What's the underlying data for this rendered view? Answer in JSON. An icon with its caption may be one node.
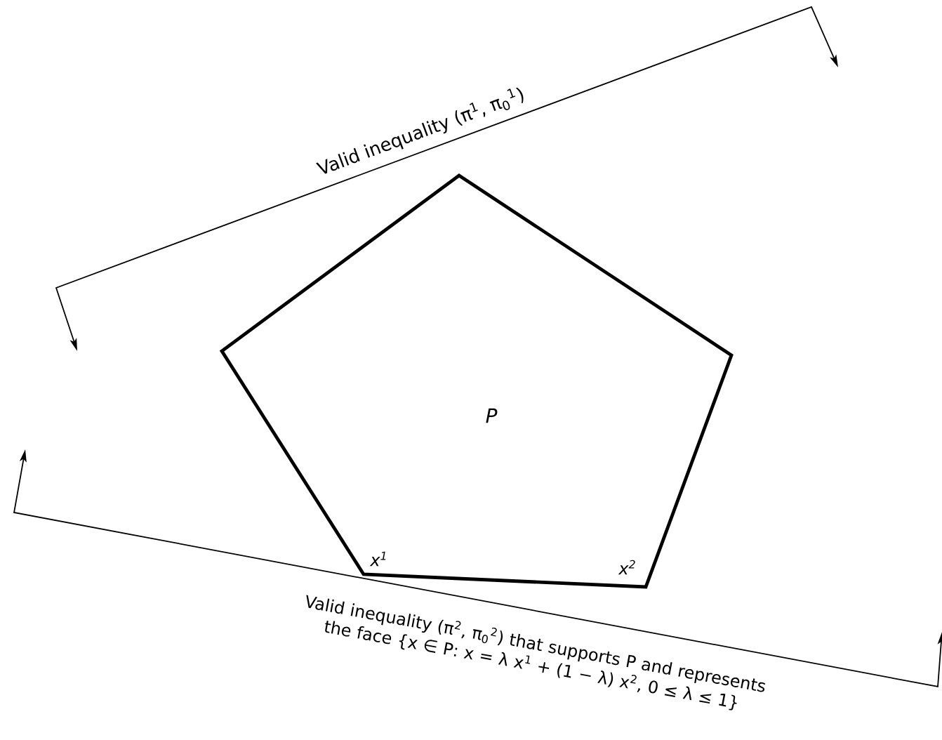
{
  "diagram": {
    "nodes": [
      {
        "text": [
          "P"
        ]
      }
    ],
    "labels": [
      "Valid inequality (π$^{1}$, π$_{0}$$^{1}$)",
      "x$^{1}$",
      "x$^{2}$",
      "Valid inequality (π$^{2}$, π$_{0}$$^{2}$) that supports P and represents the face {x ∈ P: x = λ x$^{1}$ + (1 − λ) x$^{2}$, 0 ≤ λ ≤ 1}"
    ]
  }
}
